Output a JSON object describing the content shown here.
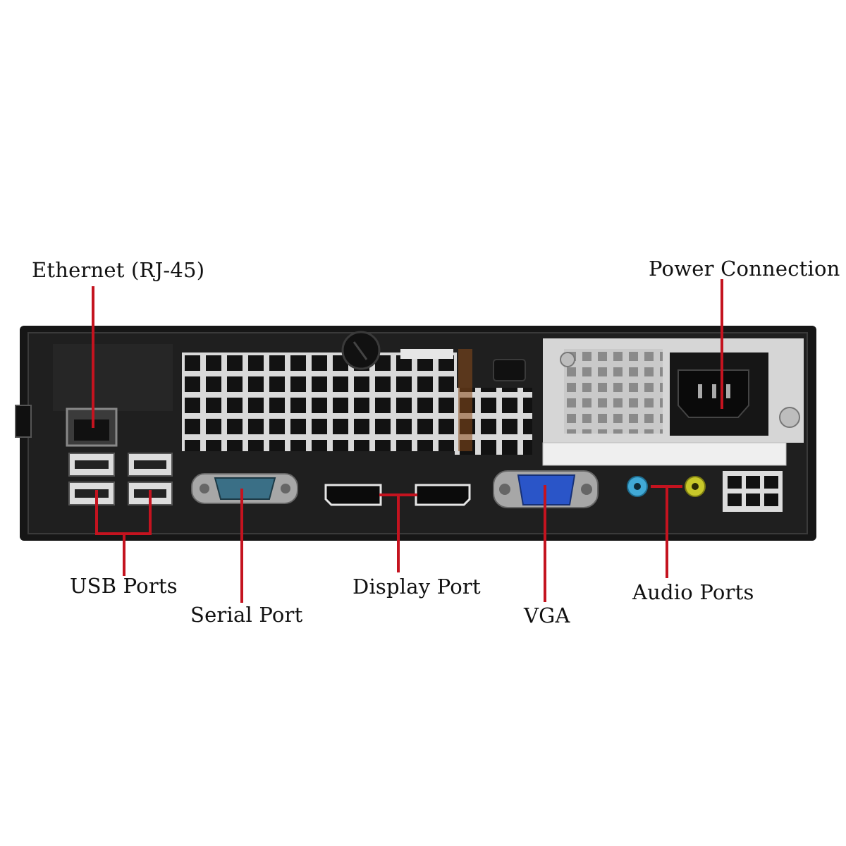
{
  "labels": {
    "ethernet": "Ethernet (RJ-45)",
    "power": "Power Connection",
    "usb": "USB Ports",
    "serial": "Serial Port",
    "display": "Display Port",
    "vga": "VGA",
    "audio": "Audio Ports"
  },
  "colors": {
    "callout_line": "#c4131f",
    "chassis": "#161616",
    "vga_port": "#2a55c8",
    "audio_in": "#41a9d6",
    "audio_out": "#c8c82a",
    "serial_port": "#3a6f86"
  }
}
